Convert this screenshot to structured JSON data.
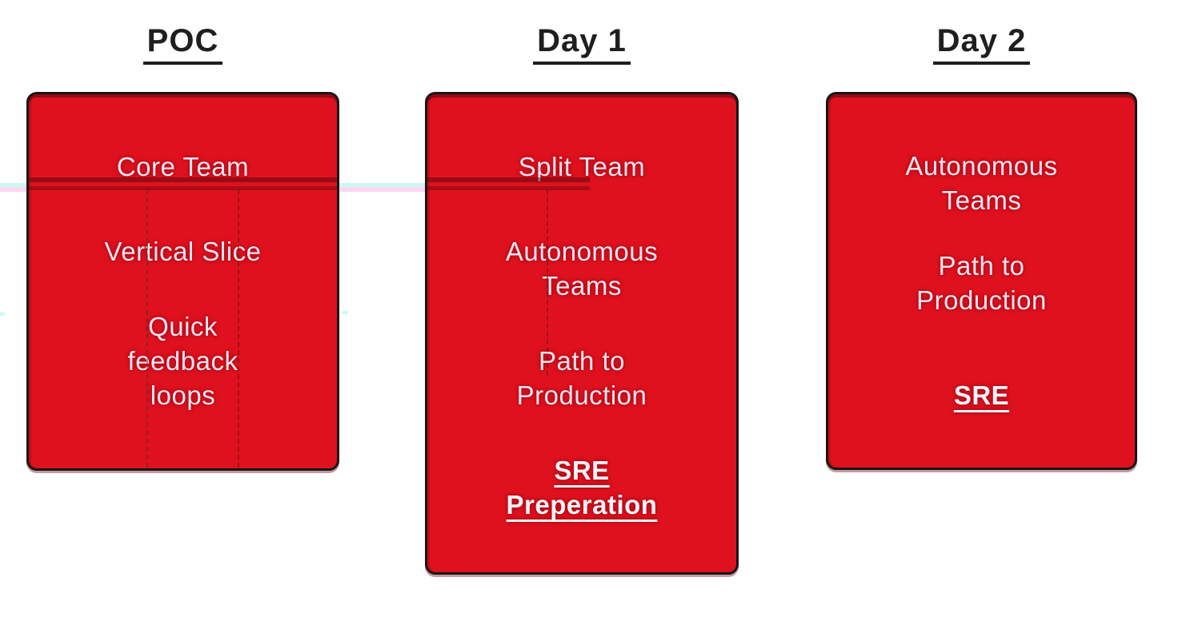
{
  "columns": [
    {
      "id": "poc",
      "header": "POC",
      "items": [
        {
          "label": "Core Team",
          "emphasis": false
        },
        {
          "label": "Vertical Slice",
          "emphasis": false
        },
        {
          "label": "Quick feedback loops",
          "emphasis": false
        }
      ]
    },
    {
      "id": "day1",
      "header": "Day 1",
      "items": [
        {
          "label": "Split Team",
          "emphasis": false
        },
        {
          "label": "Autonomous Teams",
          "emphasis": false
        },
        {
          "label": "Path to Production",
          "emphasis": false
        },
        {
          "label": "SRE Preperation",
          "emphasis": true
        }
      ]
    },
    {
      "id": "day2",
      "header": "Day 2",
      "items": [
        {
          "label": "Autonomous Teams",
          "emphasis": false
        },
        {
          "label": "Path to Production",
          "emphasis": false
        },
        {
          "label": "SRE",
          "emphasis": true
        }
      ]
    }
  ],
  "colors": {
    "box_fill": "#E0111E",
    "box_border": "#1A1516",
    "header_text": "#201F1F",
    "body_text": "#FFE2F1",
    "emphasis_text": "#FFF2F9",
    "artifact_cyan": "#CCF8F4",
    "artifact_pink": "#FFD6EF"
  }
}
